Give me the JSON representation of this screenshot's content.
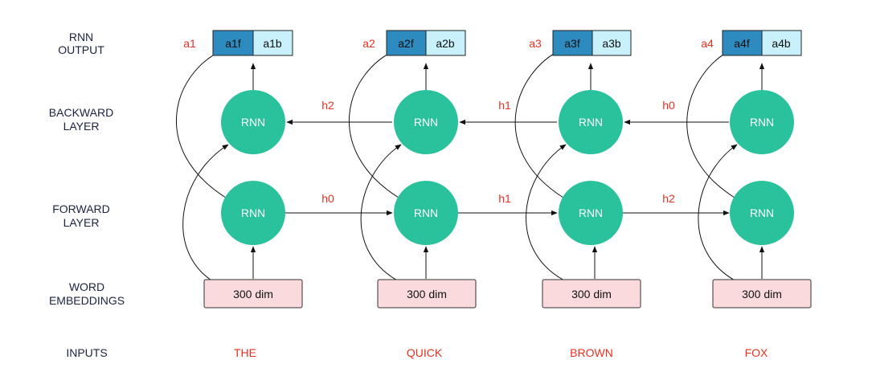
{
  "row_labels": {
    "rnn_output": [
      "RNN",
      "OUTPUT"
    ],
    "backward": [
      "BACKWARD",
      "LAYER"
    ],
    "forward": [
      "FORWARD",
      "LAYER"
    ],
    "embeddings": [
      "WORD",
      "EMBEDDINGS"
    ],
    "inputs": "INPUTS"
  },
  "columns": [
    {
      "word": "THE",
      "output_label": "a1",
      "forward_cell": "a1f",
      "backward_cell": "a1b",
      "embedding": "300 dim"
    },
    {
      "word": "QUICK",
      "output_label": "a2",
      "forward_cell": "a2f",
      "backward_cell": "a2b",
      "embedding": "300 dim"
    },
    {
      "word": "BROWN",
      "output_label": "a3",
      "forward_cell": "a3f",
      "backward_cell": "a3b",
      "embedding": "300 dim"
    },
    {
      "word": "FOX",
      "output_label": "a4",
      "forward_cell": "a4f",
      "backward_cell": "a4b",
      "embedding": "300 dim"
    }
  ],
  "node_label": "RNN",
  "forward_hidden": [
    "h0",
    "h1",
    "h2"
  ],
  "backward_hidden": [
    "h2",
    "h1",
    "h0"
  ],
  "colors": {
    "node": "#29c29c",
    "forward_output": "#2e8bc0",
    "backward_output": "#c8f1fb",
    "embedding": "#fadadd",
    "accent_text": "#e8301f",
    "label_text": "#1a2340"
  }
}
